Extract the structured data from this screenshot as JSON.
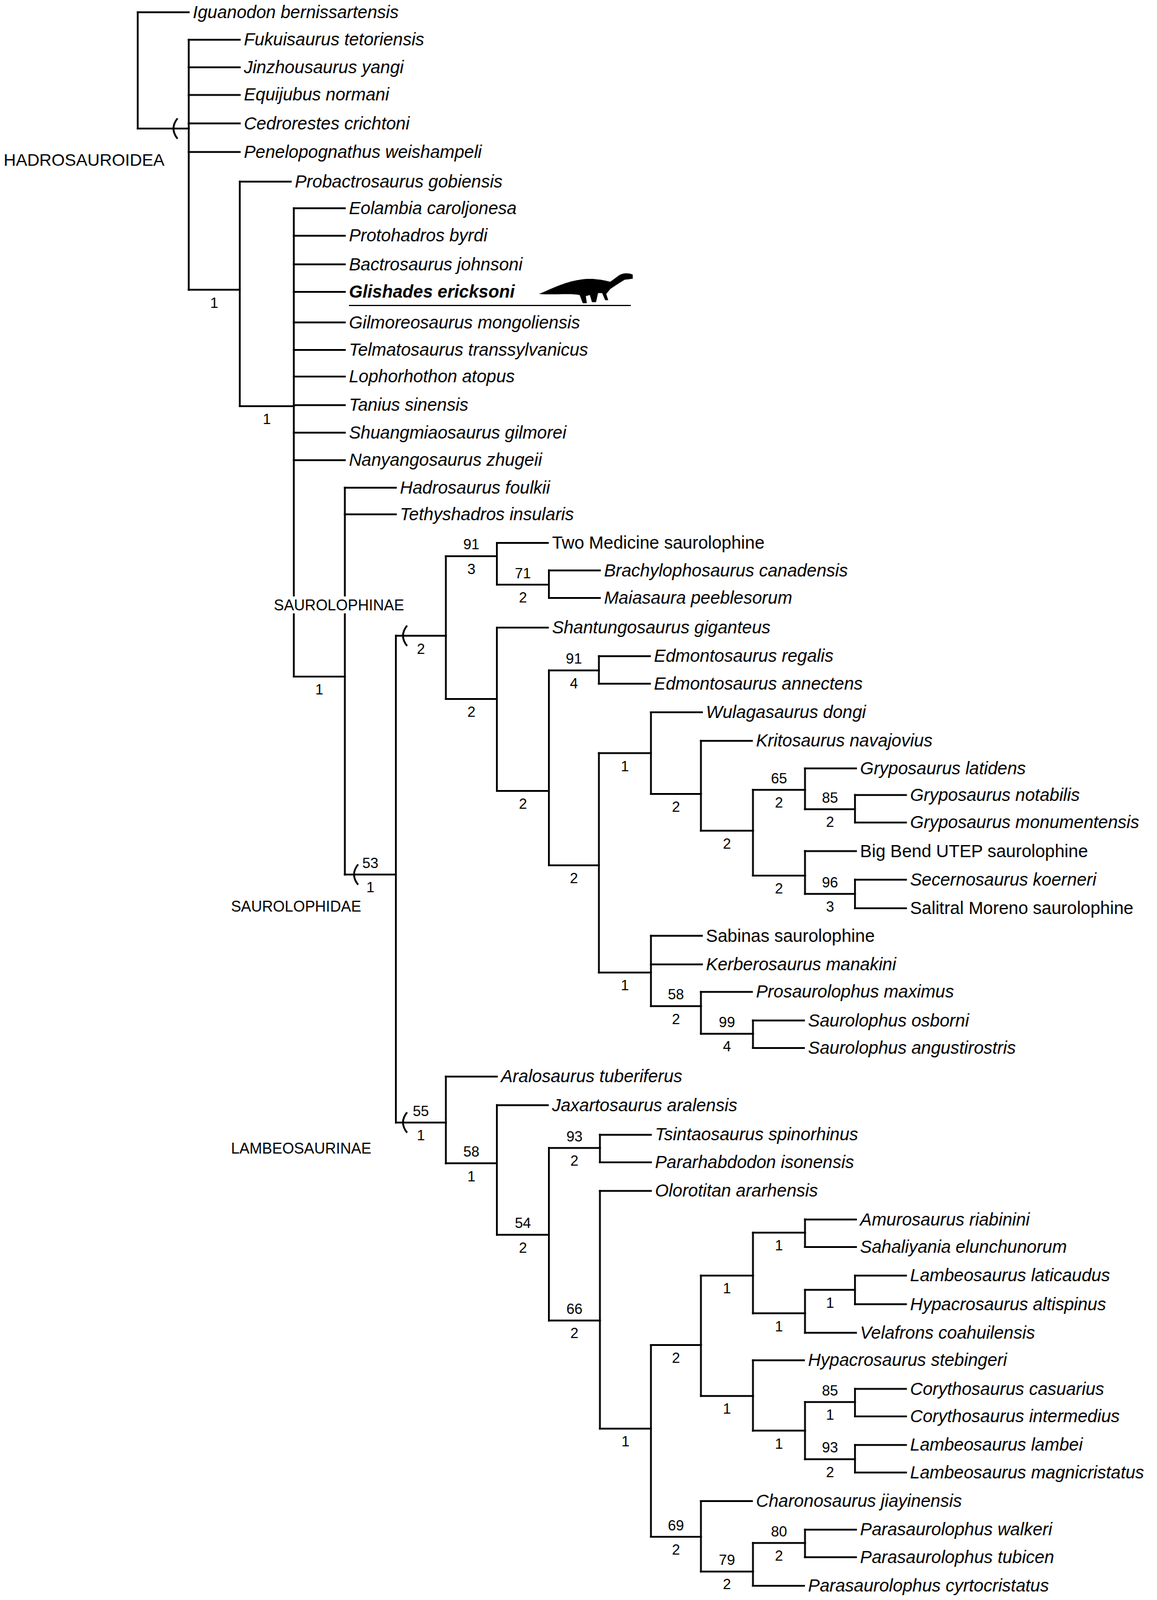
{
  "diagram": {
    "labels": [
      "Iguanodon bernissartensis",
      "Fukuisaurus tetoriensis",
      "Jinzhousaurus yangi",
      "Equijubus normani",
      "Cedrorestes crichtoni",
      "Penelopognathus weishampeli",
      "Probactrosaurus gobiensis",
      "Eolambia caroljonesa",
      "Protohadros byrdi",
      "Bactrosaurus johnsoni",
      "Glishades ericksoni",
      "Gilmoreosaurus mongoliensis",
      "Telmatosaurus transsylvanicus",
      "Lophorhothon atopus",
      "Tanius sinensis",
      "Shuangmiaosaurus gilmorei",
      "Nanyangosaurus zhugeii",
      "Hadrosaurus foulkii",
      "Tethyshadros insularis",
      "Two Medicine saurolophine",
      "Brachylophosaurus canadensis",
      "Maiasaura peeblesorum",
      "Shantungosaurus giganteus",
      "Edmontosaurus regalis",
      "Edmontosaurus annectens",
      "Wulagasaurus dongi",
      "Kritosaurus navajovius",
      "Gryposaurus latidens",
      "Gryposaurus notabilis",
      "Gryposaurus monumentensis",
      "Big Bend UTEP saurolophine",
      "Secernosaurus koerneri",
      "Salitral Moreno saurolophine",
      "Sabinas saurolophine",
      "Kerberosaurus manakini",
      "Prosaurolophus maximus",
      "Saurolophus osborni",
      "Saurolophus angustirostris",
      "Aralosaurus tuberiferus",
      "Jaxartosaurus aralensis",
      "Tsintaosaurus spinorhinus",
      "Pararhabdodon isonensis",
      "Olorotitan ararhensis",
      "Amurosaurus riabinini",
      "Sahaliyania elunchunorum",
      "Lambeosaurus laticaudus",
      "Hypacrosaurus altispinus",
      "Velafrons coahuilensis",
      "Hypacrosaurus stebingeri",
      "Corythosaurus casuarius",
      "Corythosaurus intermedius",
      "Lambeosaurus lambei",
      "Lambeosaurus magnicristatus",
      "Charonosaurus jiayinensis",
      "Parasaurolophus walkeri",
      "Parasaurolophus tubicen",
      "Parasaurolophus cyrtocristatus",
      "HADROSAUROIDEA",
      "SAUROLOPHINAE",
      "SAUROLOPHIDAE",
      "LAMBEOSAURINAE",
      "1",
      "1",
      "1",
      "53",
      "1",
      "2",
      "91",
      "3",
      "71",
      "2",
      "2",
      "2",
      "91",
      "4",
      "2",
      "1",
      "2",
      "2",
      "65",
      "2",
      "85",
      "2",
      "2",
      "96",
      "3",
      "1",
      "58",
      "2",
      "99",
      "4",
      "55",
      "1",
      "58",
      "1",
      "54",
      "2",
      "93",
      "2",
      "66",
      "2",
      "1",
      "2",
      "1",
      "1",
      "1",
      "1",
      "1",
      "1",
      "85",
      "1",
      "93",
      "2",
      "69",
      "2",
      "79",
      "2",
      "80",
      "2"
    ]
  }
}
